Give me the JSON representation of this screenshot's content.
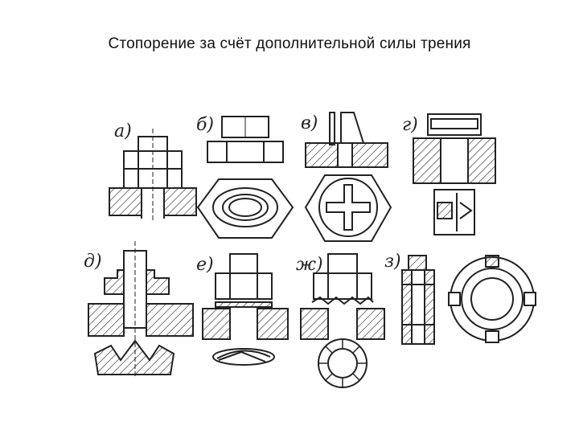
{
  "slide": {
    "title": "Стопорение за счёт дополнительной силы трения"
  },
  "panels": [
    {
      "label": "а)",
      "icon": "double-nut-icon"
    },
    {
      "label": "б)",
      "icon": "oval-nut-icon"
    },
    {
      "label": "в)",
      "icon": "slotted-nut-icon"
    },
    {
      "label": "г)",
      "icon": "insert-nut-icon"
    },
    {
      "label": "д)",
      "icon": "tab-washer-icon"
    },
    {
      "label": "е)",
      "icon": "spring-washer-icon"
    },
    {
      "label": "ж)",
      "icon": "toothed-washer-icon"
    },
    {
      "label": "з)",
      "icon": "slotted-round-nut-icon"
    }
  ],
  "colors": {
    "ink": "#222222",
    "hatch": "#555555",
    "background": "#ffffff"
  }
}
